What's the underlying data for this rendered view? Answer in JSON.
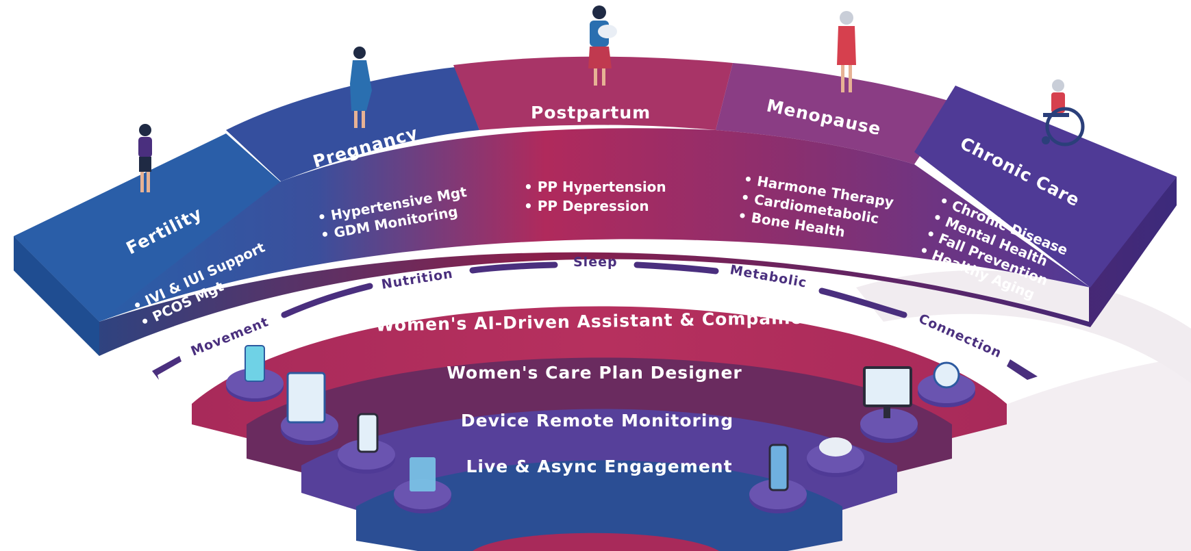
{
  "stages": [
    {
      "title": "Fertility",
      "items": [
        "• IVI & IUI Support",
        "• PCOS Mgt"
      ]
    },
    {
      "title": "Pregnancy",
      "items": [
        "• Hypertensive Mgt",
        "• GDM Monitoring"
      ]
    },
    {
      "title": "Postpartum",
      "items": [
        "• PP Hypertension",
        "• PP Depression"
      ]
    },
    {
      "title": "Menopause",
      "items": [
        "• Harmone Therapy",
        "• Cardiometabolic",
        "• Bone Health"
      ]
    },
    {
      "title": "Chronic Care",
      "items": [
        "• Chronic Disease",
        "• Mental Health",
        "• Fall Prevention",
        "• Healthy Aging"
      ]
    }
  ],
  "pillars": [
    "Movement",
    "Nutrition",
    "Sleep",
    "Metabolic",
    "Connection"
  ],
  "rings": [
    "Women's AI-Driven Assistant & Companion",
    "Women's Care Plan Designer",
    "Device Remote Monitoring",
    "Live & Async Engagement"
  ],
  "colors": {
    "blue": "#2a5ea8",
    "crimson": "#b02a5c",
    "purple": "#5a3a93",
    "ring_outer": "#a82a5a",
    "ring_2": "#6a2b5f",
    "ring_3": "#56409a",
    "ring_inner": "#2b4e94",
    "pillar_text": "#4a2f7e"
  },
  "icons": [
    "woman-figure-icon",
    "pregnant-woman-icon",
    "mother-with-baby-icon",
    "older-woman-icon",
    "wheelchair-icon",
    "phone-icon",
    "tablet-icon",
    "monitor-icon",
    "robot-icon",
    "smart-speaker-icon",
    "video-call-icon"
  ]
}
